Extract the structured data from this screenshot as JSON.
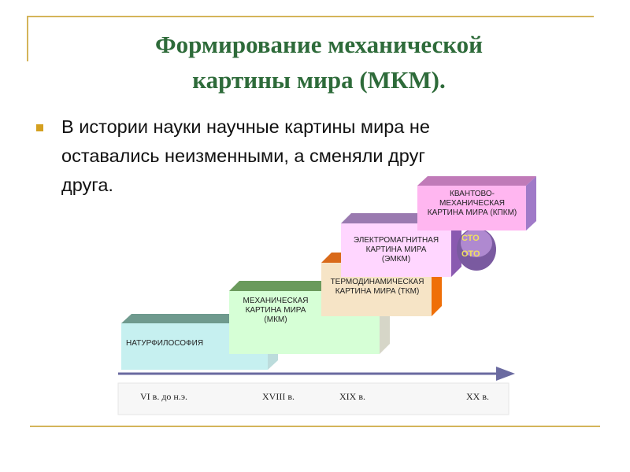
{
  "slide": {
    "title_line1": "Формирование механической",
    "title_line2": "картины мира (МКМ).",
    "bullet_line1": "В истории науки научные картины мира не",
    "bullet_line2": "оставались неизменными, а сменяли друг",
    "bullet_line3": "друга."
  },
  "diagram": {
    "steps": [
      {
        "lines": [
          "НАТУРФИЛОСОФИЯ"
        ]
      },
      {
        "lines": [
          "МЕХАНИЧЕСКАЯ",
          "КАРТИНА МИРА",
          "(МКМ)"
        ]
      },
      {
        "lines": [
          "ТЕРМОДИНАМИЧЕСКАЯ",
          "КАРТИНА МИРА (ТКМ)"
        ]
      },
      {
        "lines": [
          "ЭЛЕКТРОМАГНИТНАЯ",
          "КАРТИНА МИРА",
          "(ЭМКМ)"
        ]
      },
      {
        "lines": [
          "КВАНТОВО-",
          "МЕХАНИЧЕСКАЯ",
          "КАРТИНА МИРА (КПКМ)"
        ]
      }
    ],
    "sto_line1": "СТО",
    "sto_line2": "ОТО",
    "axis_labels": [
      "VI в. до н.э.",
      "XVIII в.",
      "XIX в.",
      "XX в."
    ]
  },
  "colors": {
    "title": "#2e6b3a",
    "accent_line": "#d4b45a",
    "bullet": "#d4a020"
  }
}
